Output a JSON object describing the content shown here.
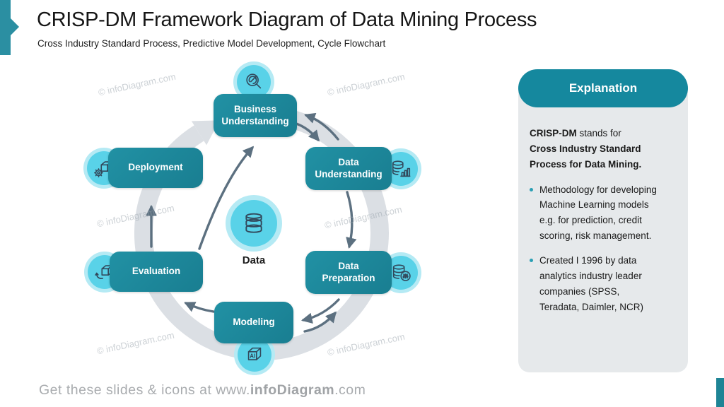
{
  "slide": {
    "title": "CRISP-DM Framework Diagram of Data Mining Process",
    "subtitle": "Cross Industry Standard Process, Predictive Model Development, Cycle Flowchart",
    "watermark": "© infoDiagram.com",
    "footer": {
      "prefix": "Get these slides & icons at www.",
      "brand": "infoDiagram",
      "suffix": ".com"
    }
  },
  "diagram": {
    "center": {
      "label": "Data",
      "icon": "database-icon"
    },
    "nodes": [
      {
        "id": "business-understanding",
        "label": "Business Understanding",
        "icon": "magnifier-trend-icon"
      },
      {
        "id": "data-understanding",
        "label": "Data Understanding",
        "icon": "database-chart-icon"
      },
      {
        "id": "data-preparation",
        "label": "Data Preparation",
        "icon": "database-filter-icon"
      },
      {
        "id": "modeling",
        "label": "Modeling",
        "icon": "ai-cube-icon"
      },
      {
        "id": "evaluation",
        "label": "Evaluation",
        "icon": "cube-review-icon"
      },
      {
        "id": "deployment",
        "label": "Deployment",
        "icon": "cube-gear-icon"
      }
    ],
    "flow": "Business Understanding → Data Understanding → Data Preparation → Modeling → Evaluation → Deployment → (cycle)"
  },
  "explanation_panel": {
    "header": "Explanation",
    "intro": {
      "part1": "CRISP-DM",
      "part2": " stands for",
      "part3": "Cross Industry Standard Process for Data Mining."
    },
    "bullets": [
      "Methodology for developing Machine Learning models e.g. for prediction, credit scoring, risk management.",
      "Created I 1996 by data analytics industry leader companies (SPSS, Teradata, Daimler, NCR)"
    ]
  },
  "colors": {
    "node_teal": "#1E8799",
    "pill_teal": "#15889E",
    "icon_circle": "#59D2E8",
    "icon_halo": "#B5EAF4",
    "icon_stroke": "#32495C",
    "ring_gray": "#DBDFE4",
    "arrow_slate": "#5C7080",
    "panel_gray": "#E6E9EB",
    "footer_gray": "#A9ACAF"
  }
}
